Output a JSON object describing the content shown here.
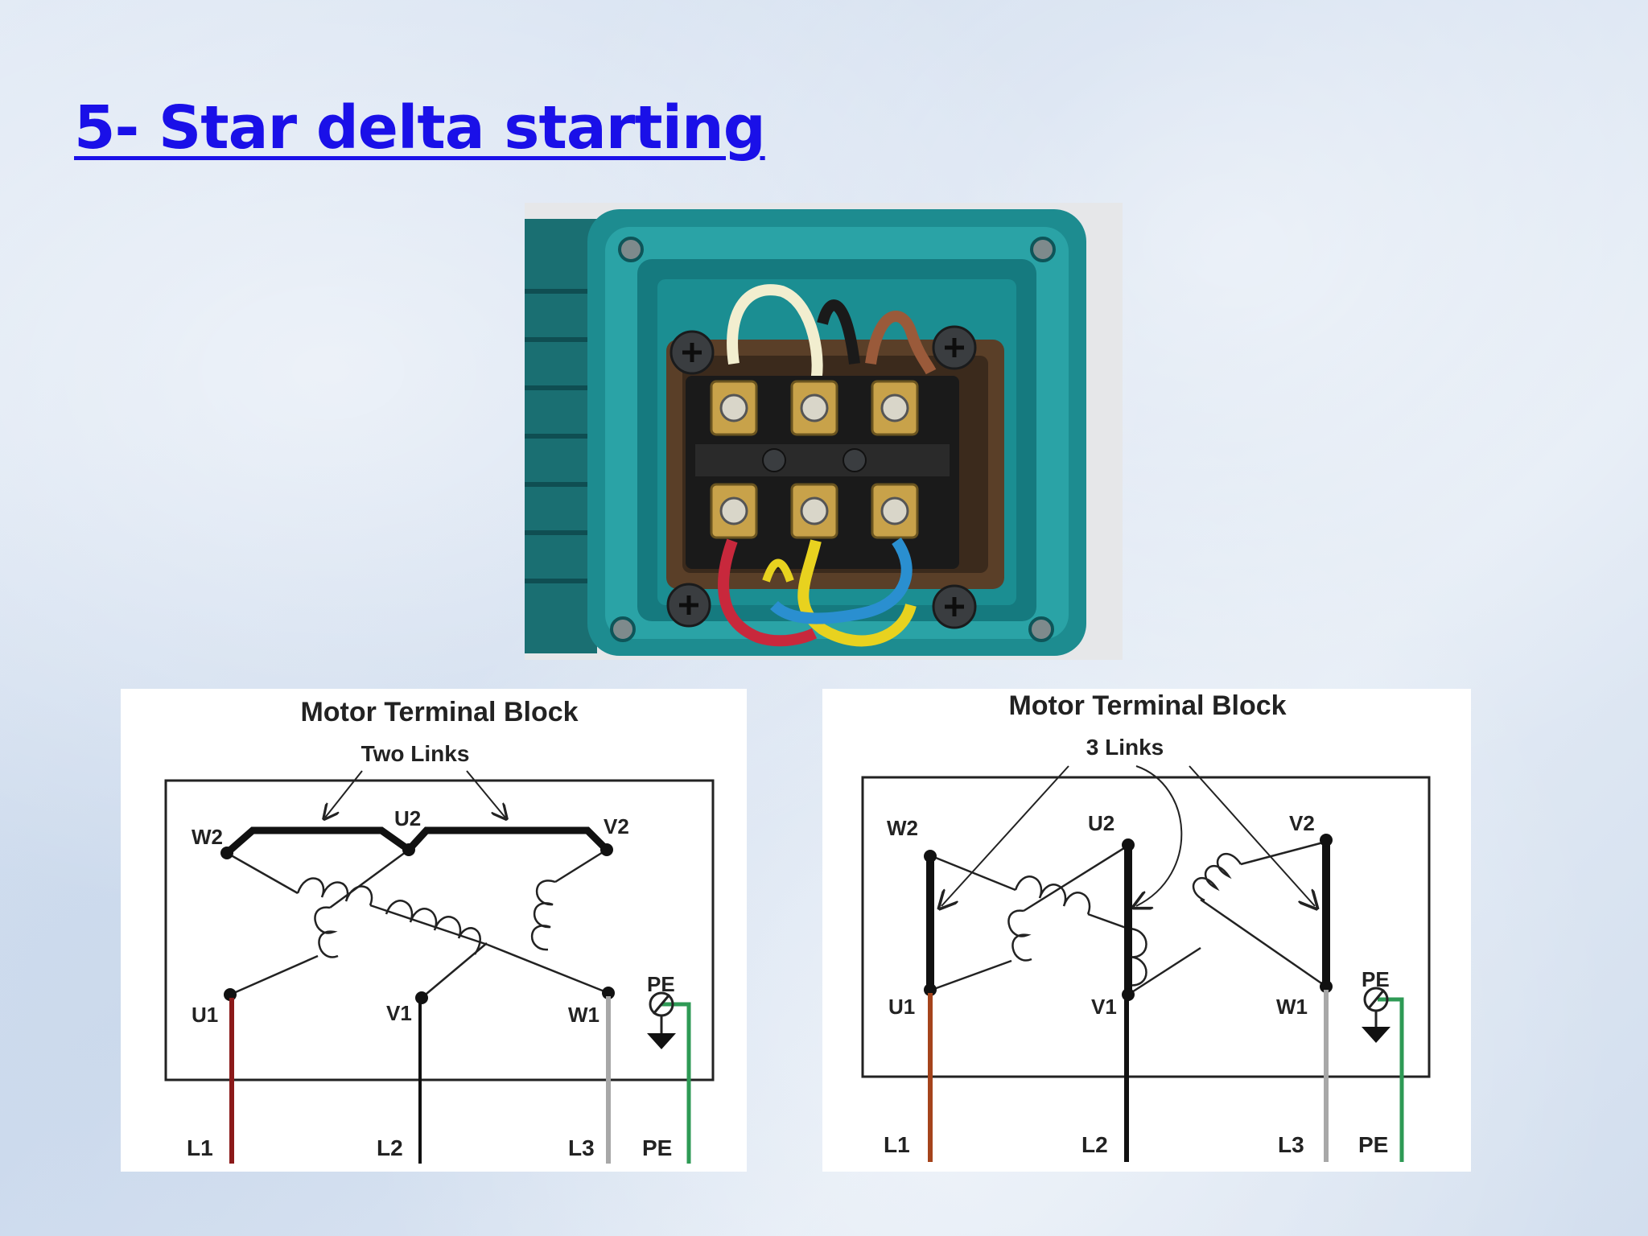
{
  "slide": {
    "title": "5- Star delta starting"
  },
  "diagram_star": {
    "heading": "Motor Terminal Block",
    "callout": "Two Links",
    "terminals": {
      "w2": "W2",
      "u2": "U2",
      "v2": "V2",
      "u1": "U1",
      "v1": "V1",
      "w1": "W1"
    },
    "pe_symbol_label": "PE",
    "lines": {
      "l1": "L1",
      "l2": "L2",
      "l3": "L3",
      "pe": "PE"
    },
    "wire_colors": {
      "l1": "#8b1a1a",
      "l2": "#111111",
      "l3": "#a8a8a8",
      "pe": "#2e9a55"
    }
  },
  "diagram_delta": {
    "heading": "Motor Terminal Block",
    "callout": "3 Links",
    "terminals": {
      "w2": "W2",
      "u2": "U2",
      "v2": "V2",
      "u1": "U1",
      "v1": "V1",
      "w1": "W1"
    },
    "pe_symbol_label": "PE",
    "lines": {
      "l1": "L1",
      "l2": "L2",
      "l3": "L3",
      "pe": "PE"
    },
    "wire_colors": {
      "l1": "#a5441c",
      "l2": "#111111",
      "l3": "#a8a8a8",
      "pe": "#2e9a55"
    }
  },
  "photo": {
    "subject": "motor-terminal-box-photo",
    "body_color": "#1f8a8a",
    "wire_colors": [
      "#f2eecf",
      "#1a1a1a",
      "#9a5a3a",
      "#c8283c",
      "#e8d21f",
      "#2a8fd0"
    ]
  }
}
